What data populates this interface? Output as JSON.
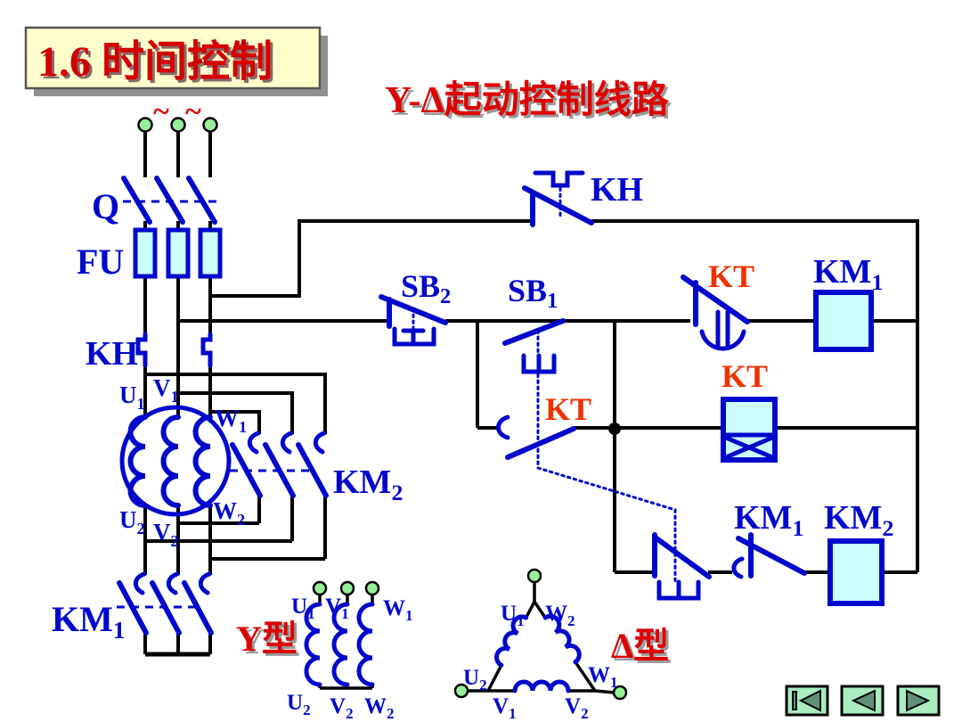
{
  "slide": {
    "title": "1.6 时间控制",
    "subtitle": "Y-Δ起动控制线路"
  },
  "supply": {
    "tilde1": "~",
    "tilde2": "~"
  },
  "labels": {
    "q": "Q",
    "fu": "FU",
    "kh": "KH",
    "kt": "KT",
    "km1": {
      "base": "KM",
      "sub": "1"
    },
    "km2": {
      "base": "KM",
      "sub": "2"
    },
    "sb1": {
      "base": "SB",
      "sub": "1"
    },
    "sb2": {
      "base": "SB",
      "sub": "2"
    },
    "u1": {
      "base": "U",
      "sub": "1"
    },
    "v1": {
      "base": "V",
      "sub": "1"
    },
    "w1": {
      "base": "W",
      "sub": "1"
    },
    "u2": {
      "base": "U",
      "sub": "2"
    },
    "v2": {
      "base": "V",
      "sub": "2"
    },
    "w2": {
      "base": "W",
      "sub": "2"
    },
    "y_type": "Y型",
    "delta_type": "Δ型"
  },
  "icons": {
    "nav_first": "skip-to-first-icon",
    "nav_prev": "prev-arrow-icon",
    "nav_next": "next-arrow-icon"
  },
  "colors": {
    "symbol_blue": "#0008cc",
    "wire_black": "#000000",
    "red_label": "#ee3300",
    "title_red": "#d40000",
    "component_fill": "#ccffff",
    "terminal_green": "#99ee99",
    "title_bg": "#ffffcc",
    "title_shadow": "#909090",
    "nav_bg": "#a9edc0",
    "nav_glyph": "#5e9179"
  }
}
